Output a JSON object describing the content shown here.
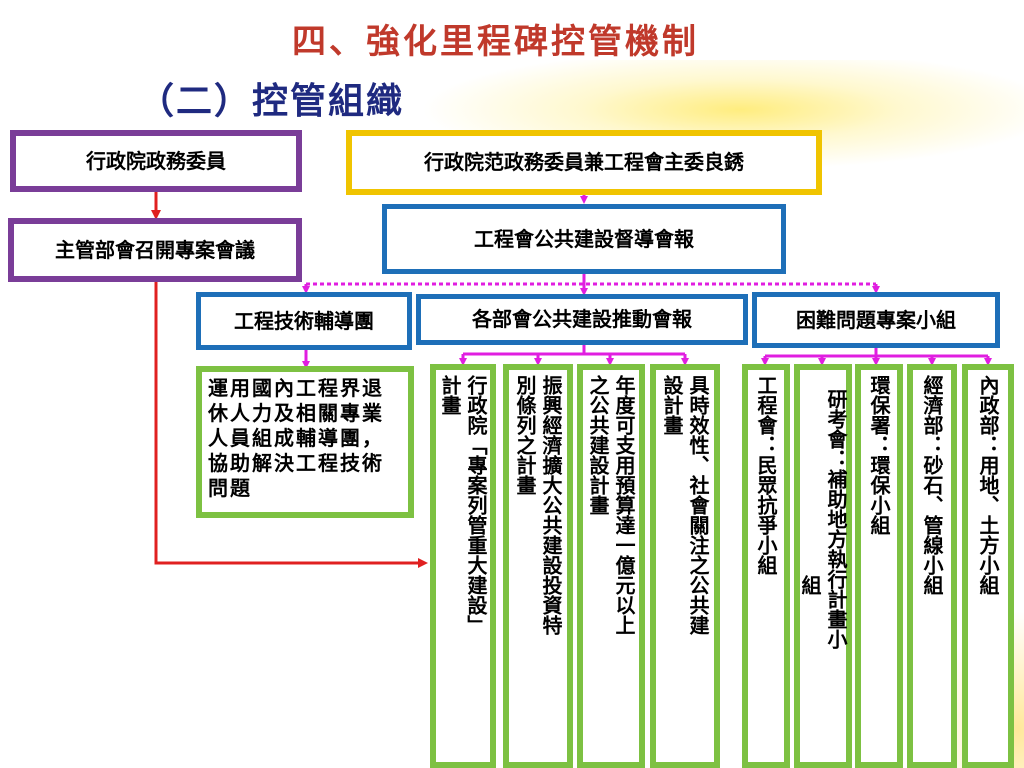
{
  "slide": {
    "title": "四、強化里程碑控管機制",
    "subtitle": "（二）控管組織"
  },
  "org": {
    "executive_member": "行政院政務委員",
    "ministry_meeting": "主管部會召開專案會議",
    "chair": "行政院范政務委員兼工程會主委良銹",
    "supervision_meeting": "工程會公共建設督導會報",
    "tech_team": "工程技術輔導團",
    "promotion_meeting": "各部會公共建設推動會報",
    "problem_group": "困難問題專案小組",
    "tech_team_desc": "運用國內工程界退休人力及相關專業人員組成輔導團，協助解決工程技術問題",
    "plan_cols": [
      [
        "行政院「專案列管重大建設」",
        "計畫"
      ],
      [
        "振興經濟擴大公共建設投資特",
        "別條列之計畫"
      ],
      [
        "年度可支用預算達一億元以上",
        "之公共建設計畫"
      ],
      [
        "具時效性、社會關注之公共建",
        "設計畫"
      ]
    ],
    "group_cols": [
      [
        "工程會：民眾抗爭小組"
      ],
      [
        "研考會：補助地方執行計畫小",
        "組"
      ],
      [
        "環保署：環保小組"
      ],
      [
        "經濟部：砂石、管線小組"
      ],
      [
        "內政部：用地、土方小組"
      ]
    ]
  },
  "colors": {
    "title": "#c0392b",
    "subtitle": "#1f2a80",
    "purple_border": "#7a3d98",
    "gold_border": "#f0c400",
    "blue_border": "#1e6fb8",
    "green_border": "#7dc142",
    "connector": "#e01ee0",
    "red_arrow": "#e02020"
  }
}
